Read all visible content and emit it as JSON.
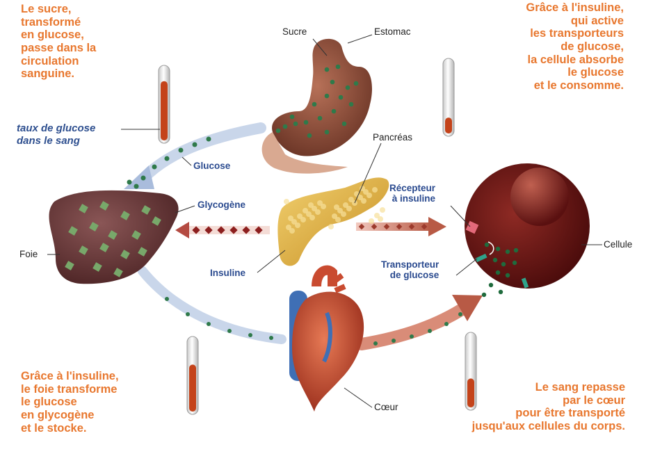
{
  "colors": {
    "orange_text": "#e8772e",
    "blue_text": "#2e4f8f",
    "blood": "#c4431a",
    "glucose_dot": "#2f7a4a",
    "insulin_dot": "#8c1f1f",
    "liver": "#6e3b3a",
    "stomach": "#8a4c3a",
    "pancreas": "#e2b63d",
    "cell": "#6a1414",
    "heart": "#c94b30",
    "vessel": "#3f6fb5"
  },
  "texts": {
    "top_left": [
      "Le sucre,",
      "transformé",
      "en glucose,",
      "passe dans la",
      "circulation",
      "sanguine."
    ],
    "top_right": [
      "Grâce à l'insuline,",
      "qui active",
      "les transporteurs",
      "de glucose,",
      "la cellule absorbe",
      "le glucose",
      "et le consomme."
    ],
    "bottom_left": [
      "Grâce à l'insuline,",
      "le foie transforme",
      "le glucose",
      "en glycogène",
      "et le stocke."
    ],
    "bottom_right": [
      "Le sang repasse",
      "par le cœur",
      "pour être transporté",
      "jusqu'aux cellules du corps."
    ],
    "glucose_rate": [
      "taux de glucose",
      "dans le sang"
    ]
  },
  "labels": {
    "sucre": "Sucre",
    "estomac": "Estomac",
    "pancreas": "Pancréas",
    "glucose": "Glucose",
    "glycogene": "Glycogène",
    "foie": "Foie",
    "insuline": "Insuline",
    "recepteur": [
      "Récepteur",
      "à insuline"
    ],
    "transporteur": [
      "Transporteur",
      "de glucose"
    ],
    "cellule": "Cellule",
    "coeur": "Cœur"
  },
  "tubes": [
    {
      "name": "tube-top-left",
      "fill": 0.82
    },
    {
      "name": "tube-top-right",
      "fill": 0.22
    },
    {
      "name": "tube-bottom-left",
      "fill": 0.65
    },
    {
      "name": "tube-bottom-right",
      "fill": 0.4
    }
  ]
}
